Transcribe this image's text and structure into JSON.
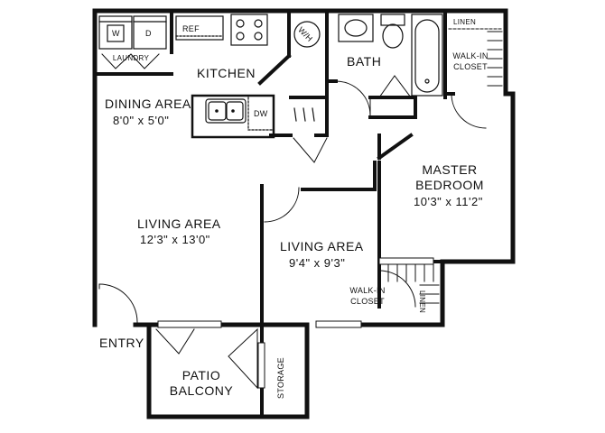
{
  "labels": {
    "laundry": "LAUNDRY",
    "washer": "W",
    "dryer": "D",
    "ref": "REF",
    "water_heater": "W/H",
    "kitchen": "KITCHEN",
    "bath": "BATH",
    "linen_top": "LINEN",
    "walk_in_closet_top": "WALK-IN\nCLOSET",
    "dining_area": "DINING AREA",
    "dining_dim": "8'0\" x 5'0\"",
    "dw": "DW",
    "master_bedroom": "MASTER\nBEDROOM",
    "master_dim": "10'3\" x 11'2\"",
    "living_area_main": "LIVING AREA",
    "living_main_dim": "12'3\" x 13'0\"",
    "living_area_second": "LIVING AREA",
    "living_second_dim": "9'4\" x 9'3\"",
    "walk_in_closet_mid": "WALK-IN\nCLOSET",
    "linen_mid": "LINEN",
    "entry": "ENTRY",
    "patio_balcony": "PATIO\nBALCONY",
    "storage": "STORAGE"
  }
}
